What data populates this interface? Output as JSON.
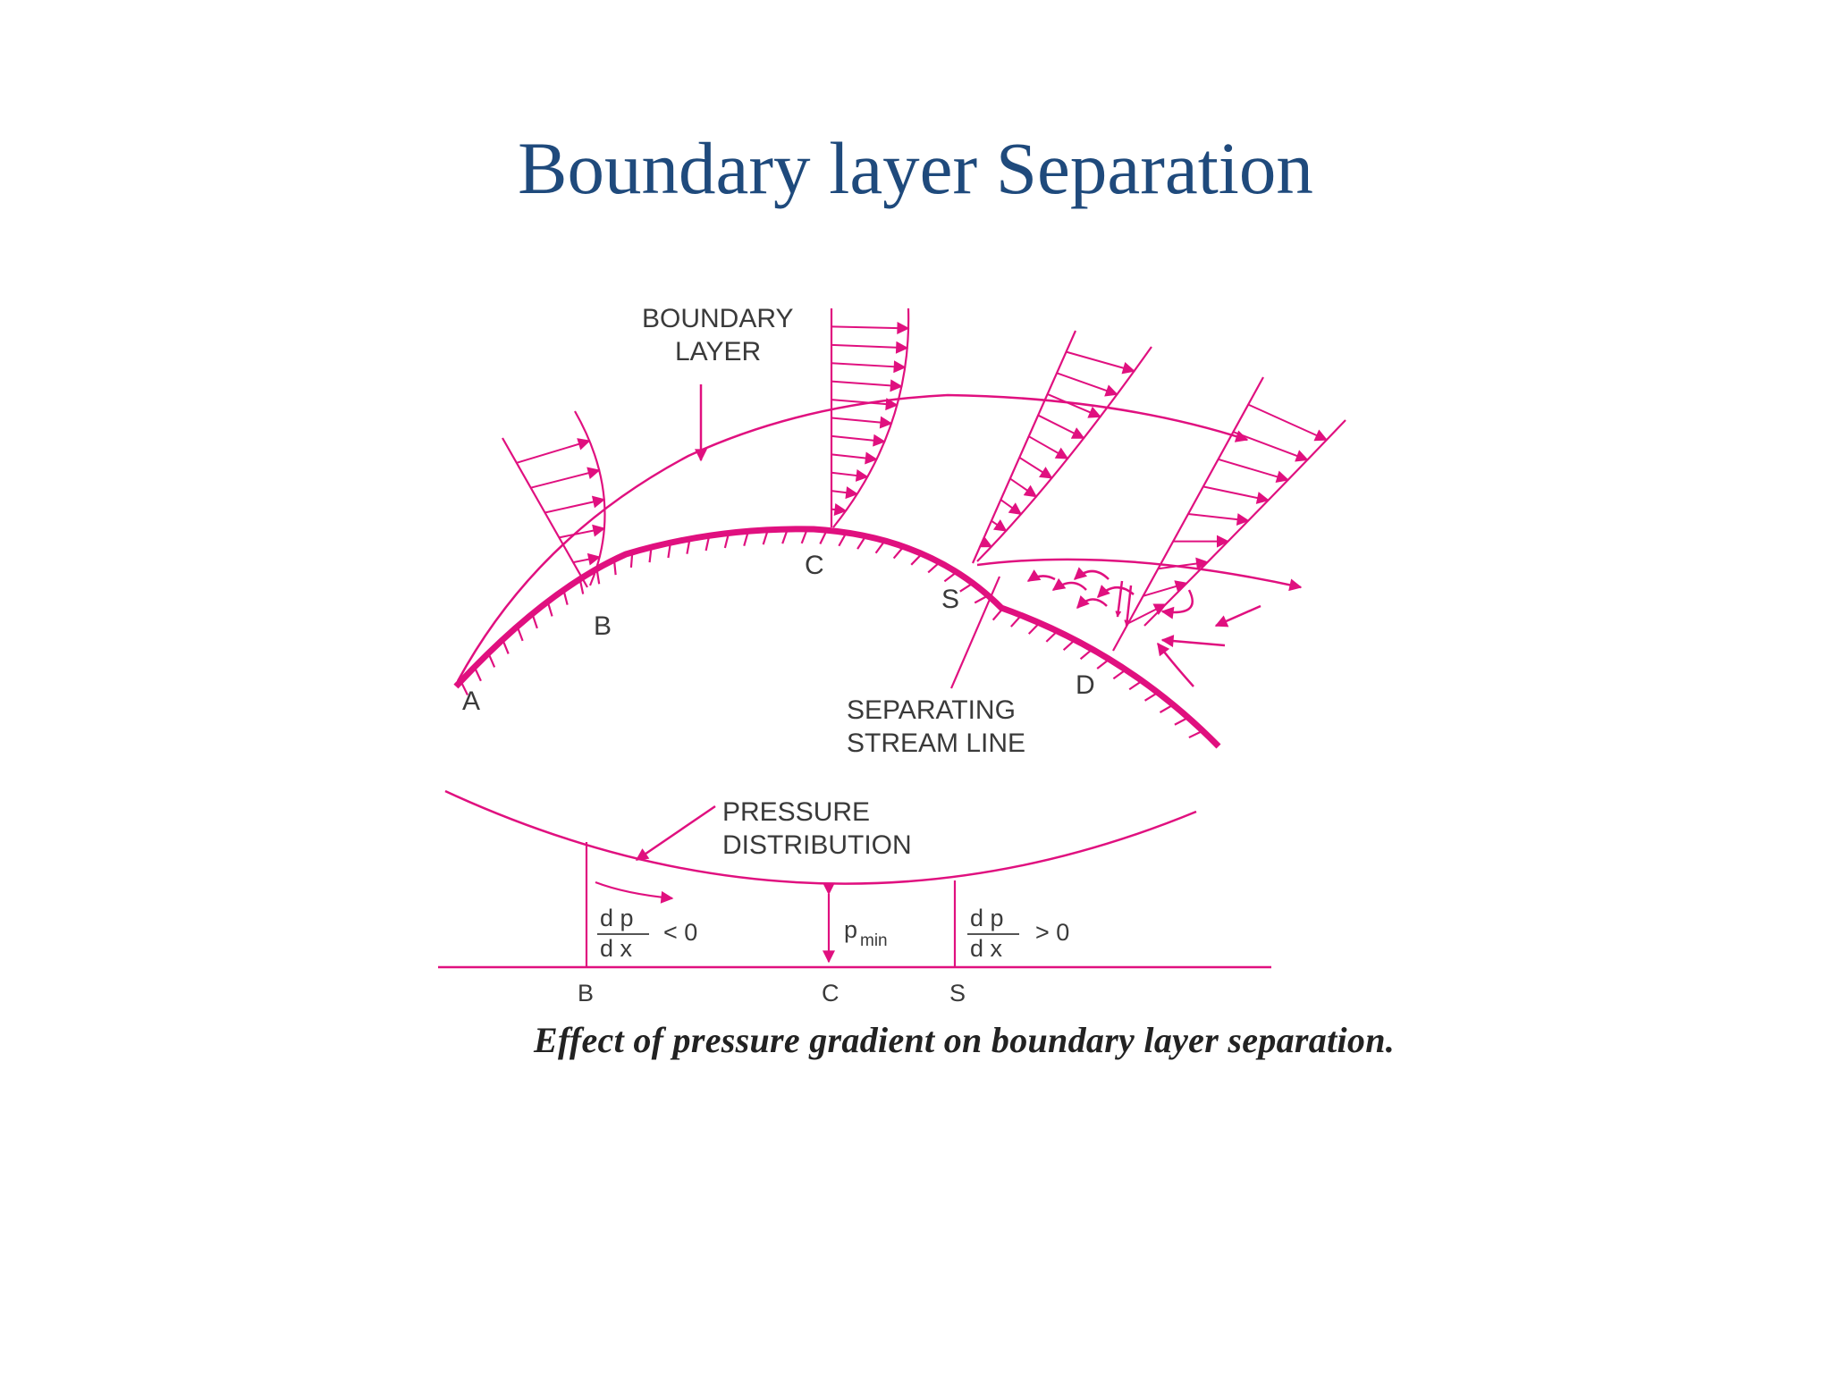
{
  "title": "Boundary layer Separation",
  "caption": "Effect of pressure gradient on boundary layer separation.",
  "colors": {
    "title": "#1f4a7c",
    "diagram": "#e0107f",
    "text": "#3a3a3a"
  },
  "labels": {
    "boundary_layer_line1": "BOUNDARY",
    "boundary_layer_line2": "LAYER",
    "point_a": "A",
    "point_b": "B",
    "point_c": "C",
    "point_s": "S",
    "point_d": "D",
    "separating_line1": "SEPARATING",
    "separating_line2": "STREAM LINE",
    "pressure_line1": "PRESSURE",
    "pressure_line2": "DISTRIBUTION",
    "axis_b": "B",
    "axis_c": "C",
    "axis_s": "S",
    "dp": "d p",
    "dx": "d x",
    "lt_zero": "< 0",
    "gt_zero": "> 0",
    "p_min_main": "p",
    "p_min_sub": "min"
  }
}
